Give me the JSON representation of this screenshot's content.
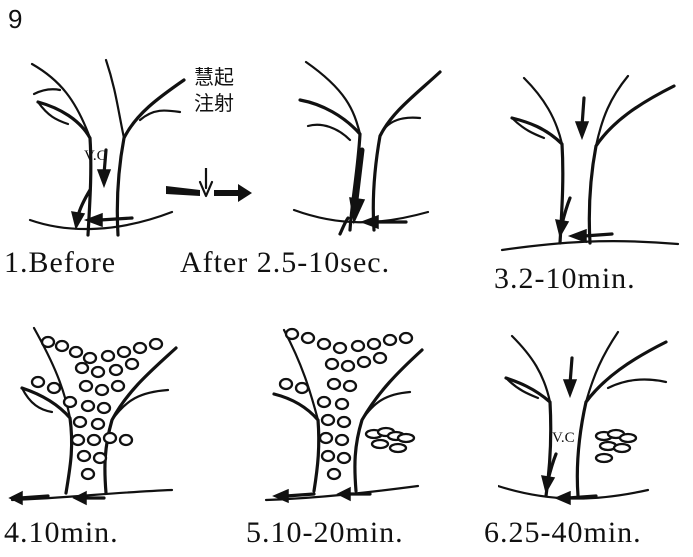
{
  "figure_number": "9",
  "injection_label": "慧起注射",
  "panels": [
    {
      "caption": "1.Before",
      "vessel_label": "V.C"
    },
    {
      "caption": "After 2.5-10sec."
    },
    {
      "caption": "3.2-10min."
    },
    {
      "caption": "4.10min."
    },
    {
      "caption": "5.10-20min."
    },
    {
      "caption": "6.25-40min.",
      "vessel_label": "V.C"
    }
  ]
}
